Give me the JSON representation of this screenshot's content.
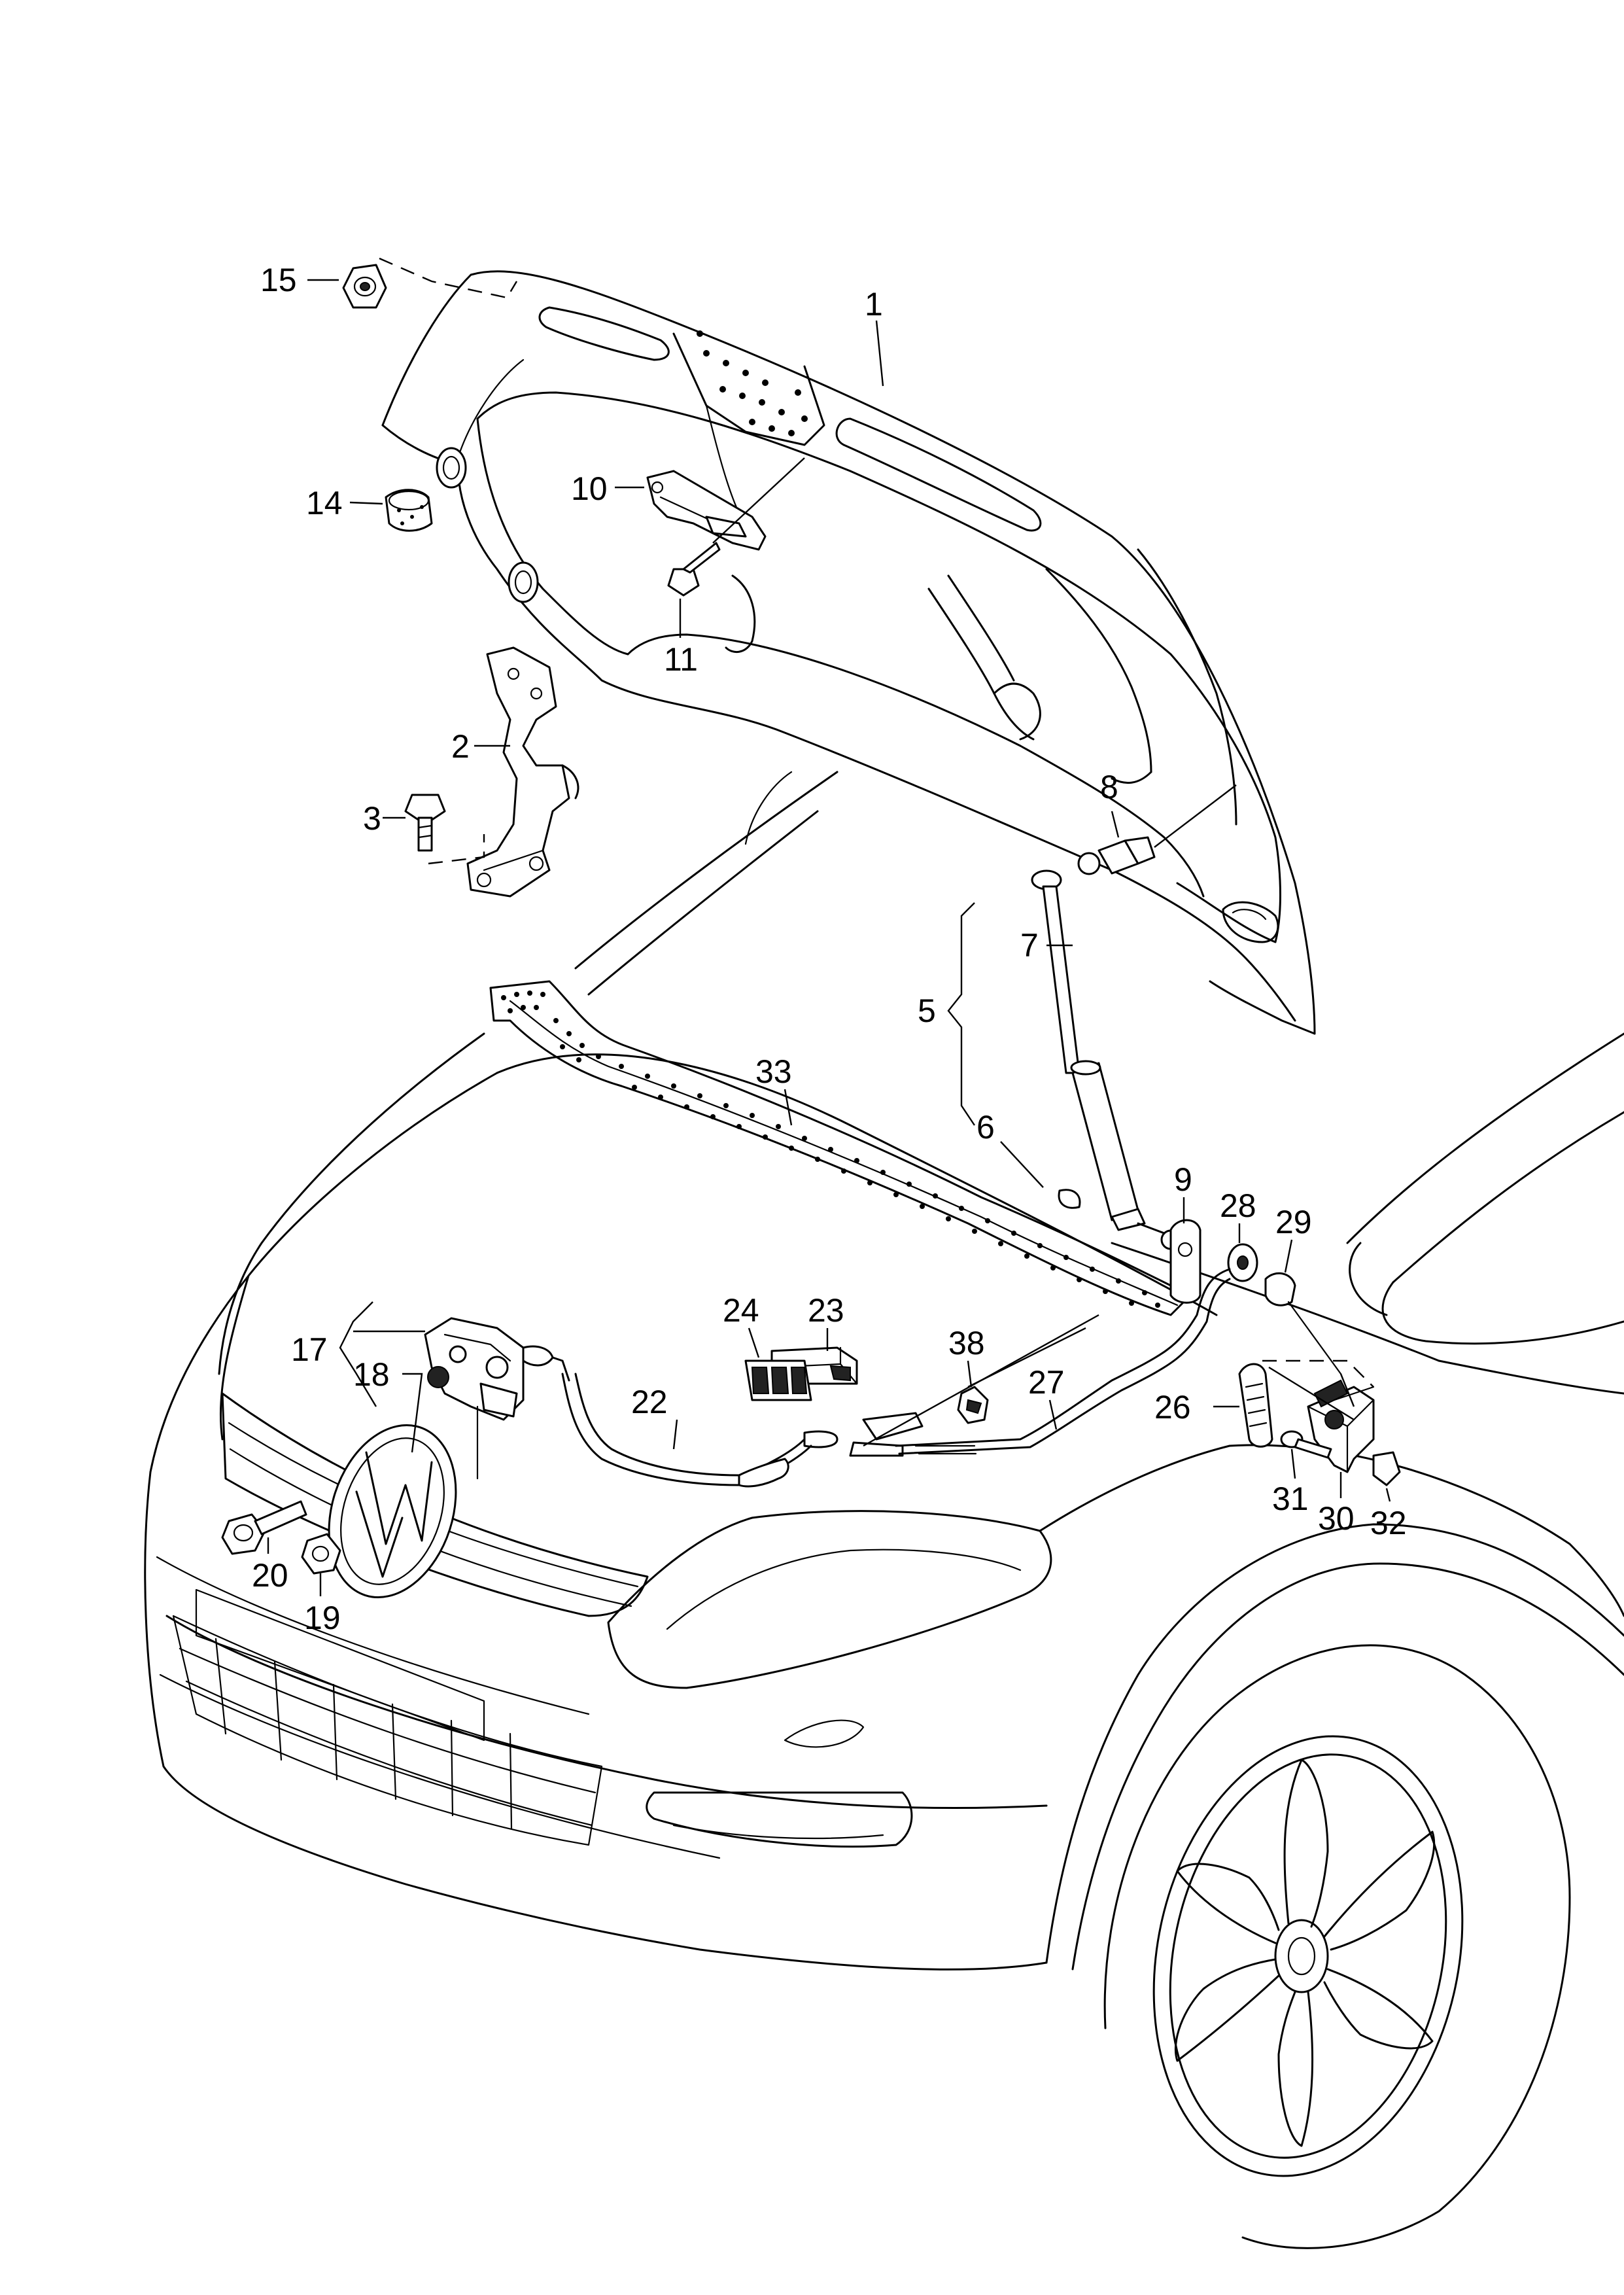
{
  "labels": {
    "l1": "1",
    "l2": "2",
    "l3": "3",
    "l5": "5",
    "l6": "6",
    "l7": "7",
    "l8": "8",
    "l9": "9",
    "l10": "10",
    "l11": "11",
    "l14": "14",
    "l15": "15",
    "l17": "17",
    "l18": "18",
    "l19": "19",
    "l20": "20",
    "l22": "22",
    "l23": "23",
    "l24": "24",
    "l26": "26",
    "l27": "27",
    "l28": "28",
    "l29": "29",
    "l30": "30",
    "l31": "31",
    "l32": "32",
    "l33": "33",
    "l38": "38"
  }
}
